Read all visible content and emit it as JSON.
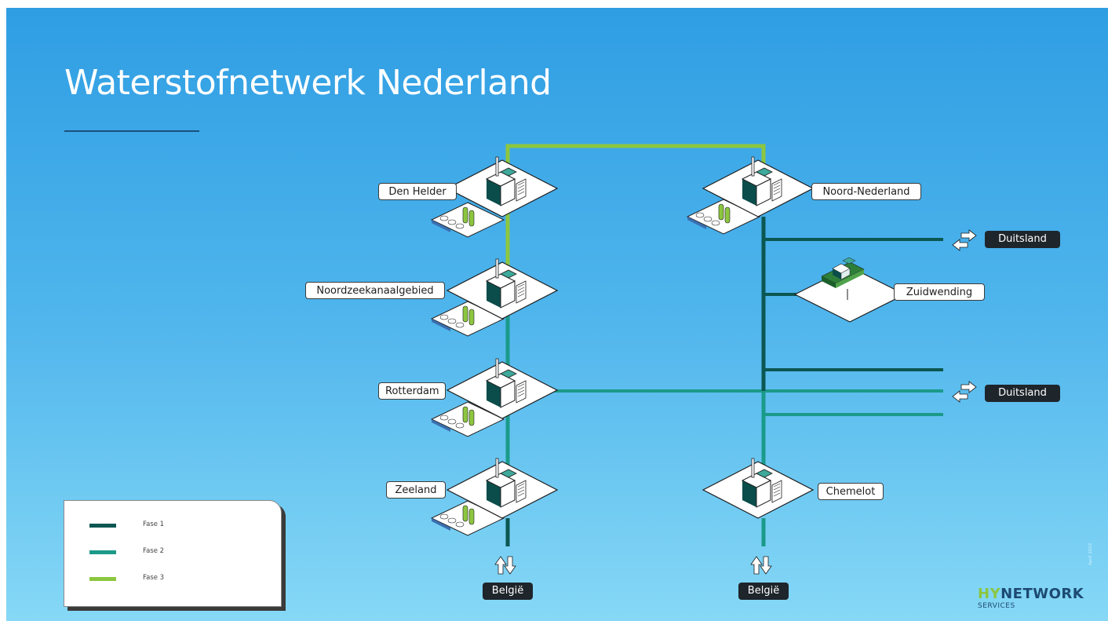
{
  "title": "Waterstofnetwerk Nederland",
  "colors": {
    "fase1": "#0c5752",
    "fase2": "#1b9a8a",
    "fase3": "#8dc63f",
    "background_top": "#2f9ee3",
    "background_bottom": "#86d8f6"
  },
  "hubs": {
    "den_helder": "Den Helder",
    "noordzeekanaalgebied": "Noordzeekanaalgebied",
    "rotterdam": "Rotterdam",
    "zeeland": "Zeeland",
    "noord_nederland": "Noord-Nederland",
    "zuidwending": "Zuidwending",
    "chemelot": "Chemelot"
  },
  "borders": {
    "duitsland_top": "Duitsland",
    "duitsland_bottom": "Duitsland",
    "belgie_left": "België",
    "belgie_right": "België"
  },
  "legend": {
    "items": [
      {
        "label": "Fase 1",
        "color": "#0c5752"
      },
      {
        "label": "Fase 2",
        "color": "#1b9a8a"
      },
      {
        "label": "Fase 3",
        "color": "#8dc63f"
      }
    ]
  },
  "logo": {
    "hy": "HY",
    "network": "NETWORK",
    "services": "SERVICES"
  },
  "date_note": "April 2022",
  "icons": {
    "industrial_hub": "industrial-hub-icon",
    "storage": "salt-cavern-storage-icon",
    "arrows": "bidirectional-arrows-icon"
  }
}
